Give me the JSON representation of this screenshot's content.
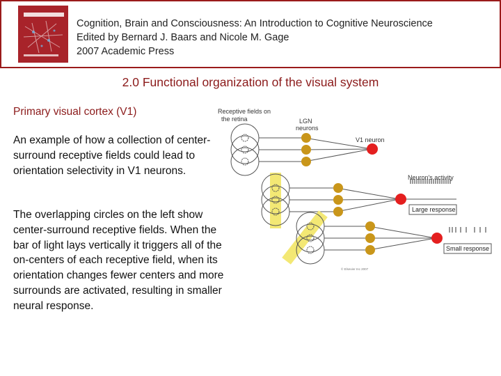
{
  "header": {
    "book_title": "Cognition, Brain and Consciousness: An Introduction to Cognitive Neuroscience",
    "editors": "Edited by Bernard J. Baars and Nicole M. Gage",
    "publisher": "2007 Academic Press"
  },
  "slide": {
    "title": "2.0 Functional organization of the visual system",
    "subheading": "Primary visual cortex (V1)",
    "paragraph1": "An example of how a collection of center-surround receptive fields could lead to orientation selectivity in V1 neurons.",
    "paragraph2": "The overlapping circles on the left show center-surround receptive fields. When the bar of light lays vertically it triggers all of the on-centers of each receptive field, when its orientation changes fewer centers and more surrounds are activated, resulting in smaller neural response."
  },
  "figure": {
    "label_rf_line1": "Receptive fields on",
    "label_rf_line2": "the retina",
    "label_lgn_line1": "LGN",
    "label_lgn_line2": "neurons",
    "label_v1": "V1 neuron",
    "label_activity": "Neuron's activity",
    "label_large": "Large response",
    "label_small": "Small response",
    "copyright": "© Elsevier Inc 2007",
    "colors": {
      "lgn_neuron": "#c9961a",
      "v1_neuron": "#e41f1f",
      "light_bar": "#f3e874",
      "accent": "#8b1a1a"
    }
  }
}
